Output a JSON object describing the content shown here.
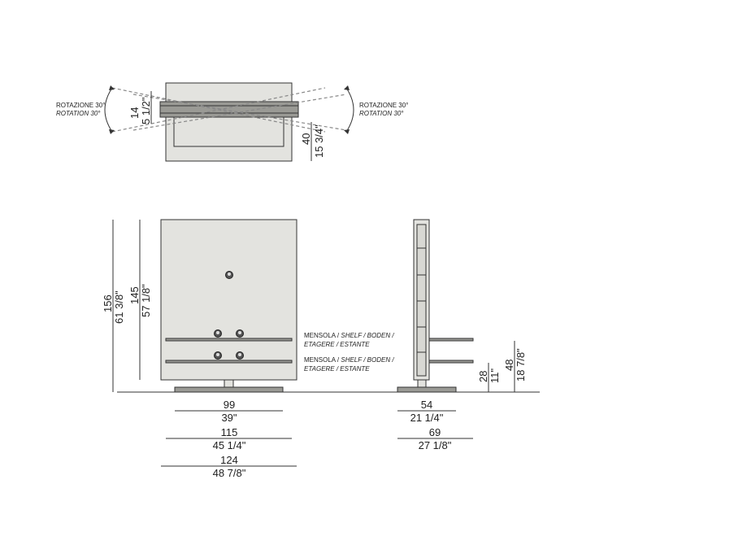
{
  "plan": {
    "rotation_left": {
      "it": "ROTAZIONE 30°",
      "en": "ROTATION 30°"
    },
    "rotation_right": {
      "it": "ROTAZIONE 30°",
      "en": "ROTATION 30°"
    },
    "dim_depth_cm": "14",
    "dim_depth_in": "5 1/2\"",
    "dim_offset_cm": "40",
    "dim_offset_in": "15 3/4\""
  },
  "front": {
    "height_total_cm": "156",
    "height_total_in": "61 3/8\"",
    "height_panel_cm": "145",
    "height_panel_in": "57 1/8\"",
    "shelf_label_1": {
      "a": "MENSOLA / ",
      "b": "SHELF / BODEN /",
      "c": "ETAGERE / ESTANTE"
    },
    "shelf_label_2": {
      "a": "MENSOLA / ",
      "b": "SHELF / BODEN /",
      "c": "ETAGERE / ESTANTE"
    },
    "width_panel_cm": "99",
    "width_panel_in": "39\"",
    "width_shelf_cm": "115",
    "width_shelf_in": "45 1/4\"",
    "width_total_cm": "124",
    "width_total_in": "48 7/8\""
  },
  "side": {
    "depth_a_cm": "54",
    "depth_a_in": "21 1/4\"",
    "depth_b_cm": "69",
    "depth_b_in": "27 1/8\"",
    "shelf_low_cm": "28",
    "shelf_low_in": "11\"",
    "shelf_high_cm": "48",
    "shelf_high_in": "18 7/8\""
  }
}
